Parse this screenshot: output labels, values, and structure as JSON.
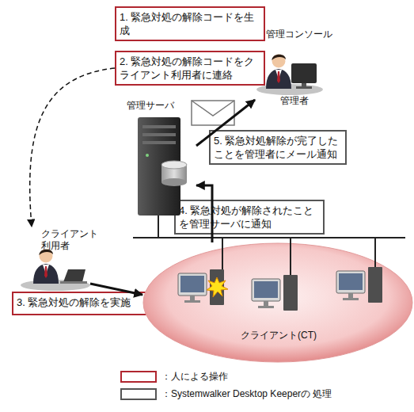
{
  "diagram": {
    "nodes": [
      {
        "text": [
          "1. 緊急対処の解除コードを生成"
        ]
      },
      {
        "text": [
          "2. 緊急対処の解除コードをクライアント利用者に連絡"
        ]
      },
      {
        "text": [
          "管理コンソール",
          "管理者"
        ]
      },
      {
        "text": [
          "管理サーバ"
        ]
      },
      {
        "text": [
          "5. 緊急対処解除が完了したことを管理者にメール通知"
        ]
      },
      {
        "text": [
          "4. 緊急対処が解除されたことを管理サーバに通知"
        ]
      },
      {
        "text": [
          "クライアント利用者"
        ]
      },
      {
        "text": [
          "3. 緊急対処の解除を実施"
        ]
      },
      {
        "text": [
          "クライアント(CT)"
        ]
      }
    ],
    "edges": [
      {
        "from": 3,
        "to": 2,
        "arrow": "to"
      },
      {
        "from": 8,
        "to": 3,
        "arrow": "to"
      },
      {
        "from": 1,
        "to": 6,
        "arrow": "to"
      },
      {
        "from": 6,
        "to": 8,
        "arrow": "to"
      }
    ],
    "legend": [
      {
        "text": "：人による操作",
        "color": "#b0262f"
      },
      {
        "text": "：Systemwalker Desktop Keeperの 処理",
        "color": "#555555"
      }
    ]
  }
}
